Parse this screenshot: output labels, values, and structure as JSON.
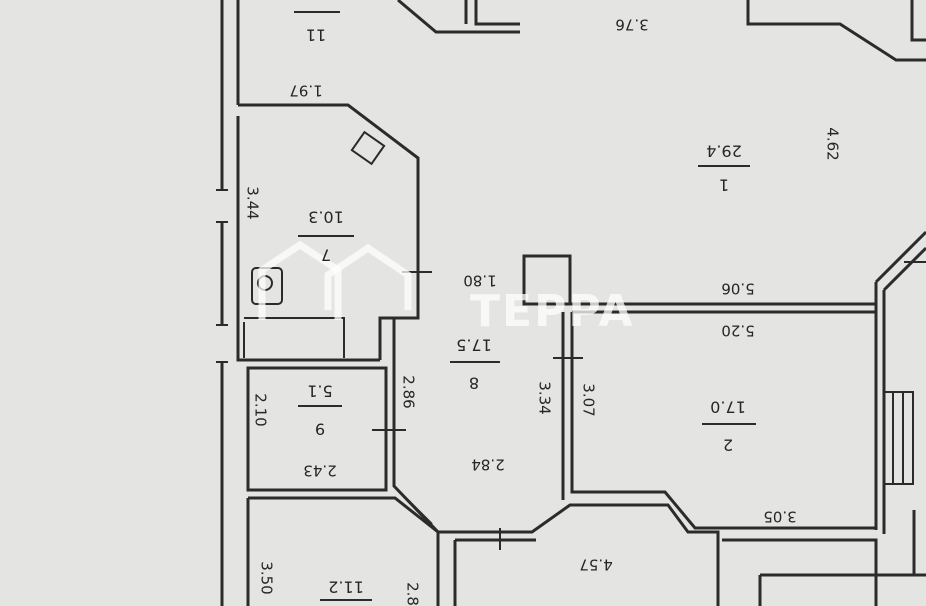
{
  "watermark": {
    "text": "TEPPA"
  },
  "rooms": [
    {
      "id": "1",
      "number": "1",
      "area": "29.4"
    },
    {
      "id": "2",
      "number": "2",
      "area": "17.0"
    },
    {
      "id": "7",
      "number": "7",
      "area": "10.3"
    },
    {
      "id": "8",
      "number": "8",
      "area": "17.5"
    },
    {
      "id": "9",
      "number": "9",
      "area": "5.1"
    },
    {
      "id": "10",
      "number": "",
      "area": "11.2"
    },
    {
      "id": "11",
      "number": "11",
      "area": ""
    }
  ],
  "dimensions": [
    "3.76",
    "1.97",
    "4.62",
    "3.44",
    "1.80",
    "5.06",
    "5.20",
    "3.34",
    "3.07",
    "2.86",
    "2.10",
    "2.43",
    "2.84",
    "3.05",
    "4.57",
    "3.50",
    "2.8"
  ]
}
